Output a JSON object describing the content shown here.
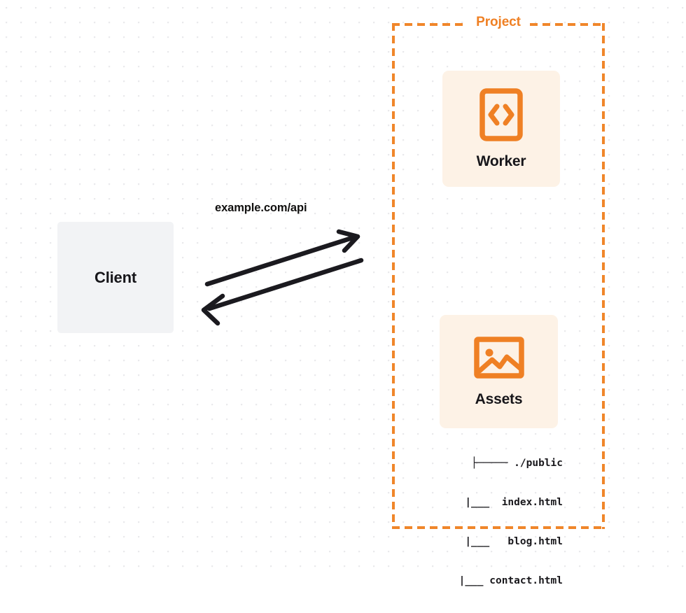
{
  "diagram": {
    "title": "Cloudflare Worker with Assets architecture diagram",
    "background": {
      "color": "#ffffff",
      "dot_color": "#e9e9ec",
      "dot_spacing": 21
    },
    "colors": {
      "accent_orange": "#ef8024",
      "dash_orange": "#f0862a",
      "card_background": "#fdf2e6",
      "client_background": "#f2f3f5",
      "text_dark": "#17161a",
      "arrow_stroke": "#1b1a1f"
    },
    "client": {
      "label": "Client"
    },
    "edge": {
      "label": "example.com/api",
      "request_arrow_name": "request-arrow",
      "response_arrow_name": "response-arrow"
    },
    "project": {
      "title": "Project",
      "services": [
        {
          "label": "Worker",
          "icon": "code-brackets-icon"
        },
        {
          "label": "Assets",
          "icon": "image-icon"
        }
      ]
    },
    "file_tree": {
      "rows": [
        "├───── ./public",
        "     |___  index.html",
        "     |___   blog.html",
        "     |___ contact.html"
      ]
    }
  }
}
